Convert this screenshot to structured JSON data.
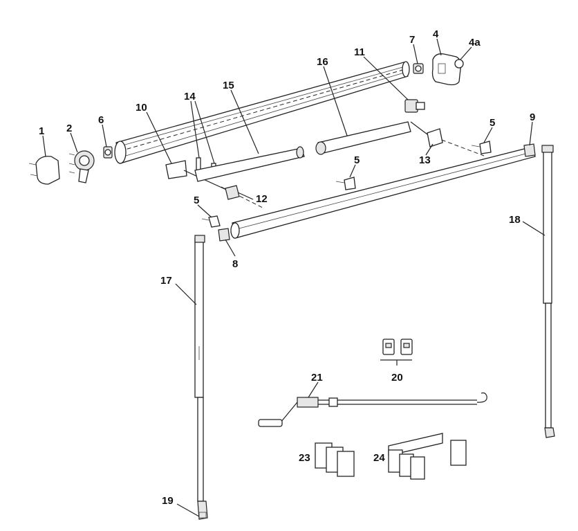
{
  "labels": {
    "l1": "1",
    "l2": "2",
    "l4": "4",
    "l4a": "4a",
    "l5a": "5",
    "l5b": "5",
    "l5c": "5",
    "l6": "6",
    "l7": "7",
    "l8": "8",
    "l9": "9",
    "l10": "10",
    "l11": "11",
    "l12": "12",
    "l13": "13",
    "l14": "14",
    "l15": "15",
    "l16": "16",
    "l17": "17",
    "l18": "18",
    "l19": "19",
    "l20": "20",
    "l21": "21",
    "l23": "23",
    "l24": "24"
  },
  "colors": {
    "line": "#222222",
    "fill": "#ffffff",
    "shade": "#e6e6e6"
  }
}
